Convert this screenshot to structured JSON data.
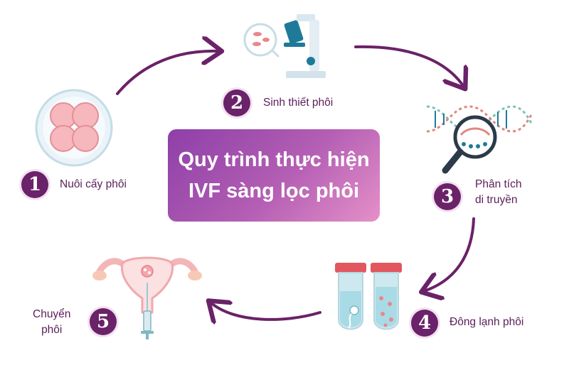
{
  "title": {
    "line1": "Quy trình thực hiện",
    "line2": "IVF sàng lọc phôi"
  },
  "colors": {
    "primary": "#6a2268",
    "gradient_start": "#8e3fa8",
    "gradient_end": "#e590c8",
    "arrow": "#6a2268"
  },
  "steps": [
    {
      "number": "1",
      "label": "Nuôi cấy phôi",
      "icon": "embryo-icon"
    },
    {
      "number": "2",
      "label": "Sinh thiết phôi",
      "icon": "microscope-icon"
    },
    {
      "number": "3",
      "label_line1": "Phân tích",
      "label_line2": "di truyền",
      "icon": "dna-magnifier-icon"
    },
    {
      "number": "4",
      "label": "Đông lạnh phôi",
      "icon": "test-tubes-icon"
    },
    {
      "number": "5",
      "label_line1": "Chuyển",
      "label_line2": "phôi",
      "icon": "uterus-syringe-icon"
    }
  ]
}
